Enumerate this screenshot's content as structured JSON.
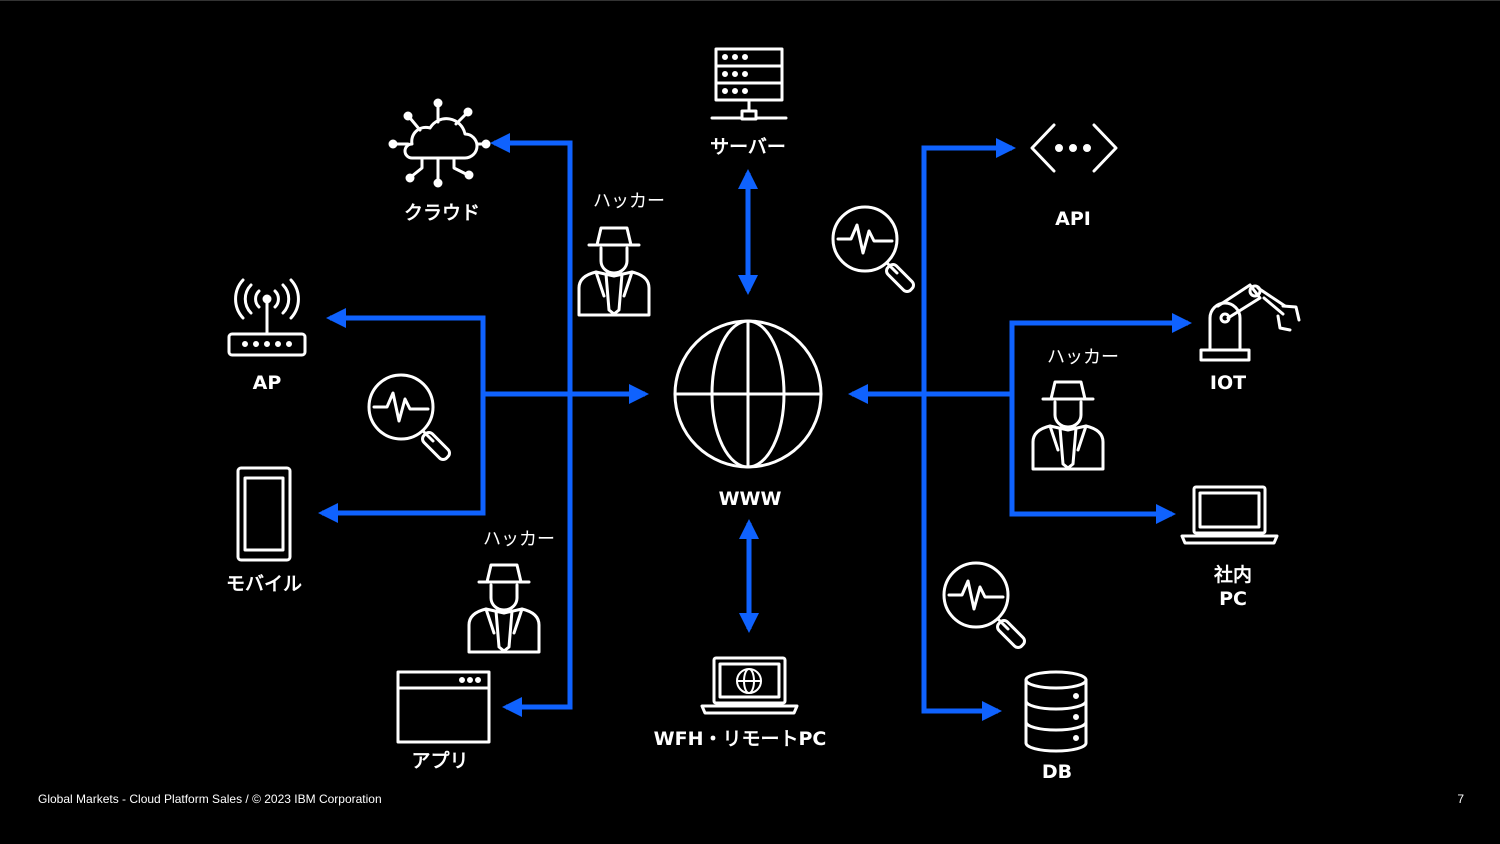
{
  "nodes": {
    "cloud": "クラウド",
    "server": "サーバー",
    "api": "API",
    "ap": "AP",
    "iot": "IOT",
    "www": "WWW",
    "mobile": "モバイル",
    "office_pc_line1": "社内",
    "office_pc_line2": "PC",
    "app": "アプリ",
    "wfh": "WFH・リモートPC",
    "db": "DB"
  },
  "hackers": {
    "top": "ハッカー",
    "right": "ハッカー",
    "left": "ハッカー"
  },
  "colors": {
    "connector": "#0f62fe",
    "icon": "#ffffff",
    "background": "#000000"
  },
  "footer": {
    "text": "Global Markets - Cloud Platform Sales  / © 2023 IBM Corporation",
    "page": "7"
  }
}
